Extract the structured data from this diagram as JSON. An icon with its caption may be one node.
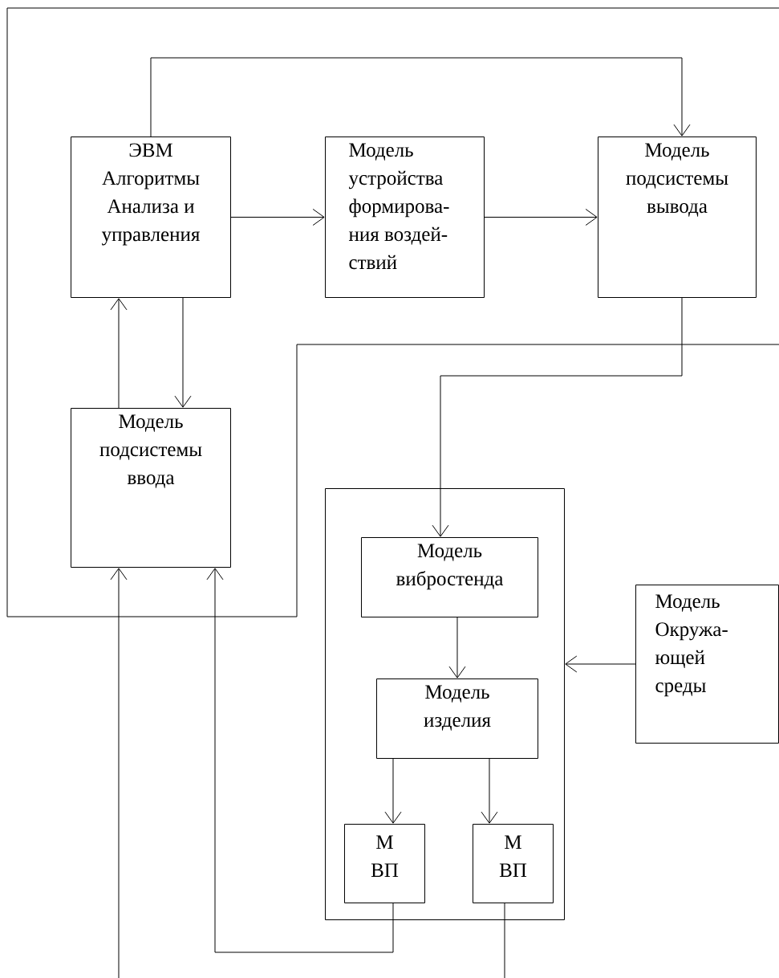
{
  "diagram": {
    "nodes": [
      {
        "text": [
          "ЭВМ Алгоритмы Анализа и управления"
        ]
      },
      {
        "text": [
          "Модель устройства формирова- ния воздей- ствий"
        ]
      },
      {
        "text": [
          "Модель подсистемы вывода"
        ]
      },
      {
        "text": [
          "Модель подсистемы ввода"
        ]
      },
      {
        "text": [],
        "shape": "box"
      },
      {
        "text": [
          "Модель вибростенда"
        ],
        "in": 4
      },
      {
        "text": [
          "Модель изделия"
        ],
        "in": 4
      },
      {
        "text": [
          "М ВП"
        ],
        "in": 4
      },
      {
        "text": [
          "М ВП"
        ],
        "in": 4
      },
      {
        "text": [
          "Модель Окружа- ющей среды"
        ]
      }
    ],
    "edges": [
      {
        "from": 0,
        "to": 1,
        "arrow": "to"
      },
      {
        "from": 1,
        "to": 2,
        "arrow": "to"
      },
      {
        "from": 0,
        "to": 2,
        "arrow": "to"
      },
      {
        "from": 0,
        "to": 3,
        "arrow": "to"
      },
      {
        "from": 3,
        "to": 0,
        "arrow": "to"
      },
      {
        "from": 2,
        "to": 5,
        "arrow": "to"
      },
      {
        "from": 9,
        "to": 4,
        "arrow": "to"
      },
      {
        "from": 5,
        "to": 6,
        "arrow": "to"
      },
      {
        "from": 6,
        "to": 7,
        "arrow": "to"
      },
      {
        "from": 6,
        "to": 8,
        "arrow": "to"
      },
      {
        "from": 7,
        "to": 3,
        "arrow": "to"
      },
      {
        "from": null,
        "to": 3,
        "arrow": "to"
      },
      {
        "from": 8,
        "to": null,
        "arrow": "none"
      }
    ]
  }
}
